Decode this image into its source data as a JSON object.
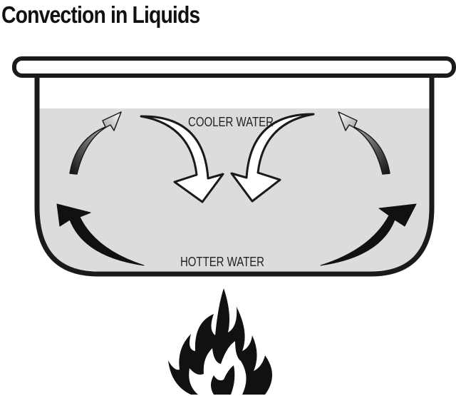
{
  "title": "Convection in Liquids",
  "labels": {
    "cooler": "COOLER WATER",
    "hotter": "HOTTER WATER"
  },
  "colors": {
    "water": "#dcdcdc",
    "outline": "#1a1a1a",
    "background": "#ffffff"
  },
  "icons": [
    "cooling-arrow",
    "sinking-arrow",
    "rising-arrow",
    "flame-icon"
  ]
}
